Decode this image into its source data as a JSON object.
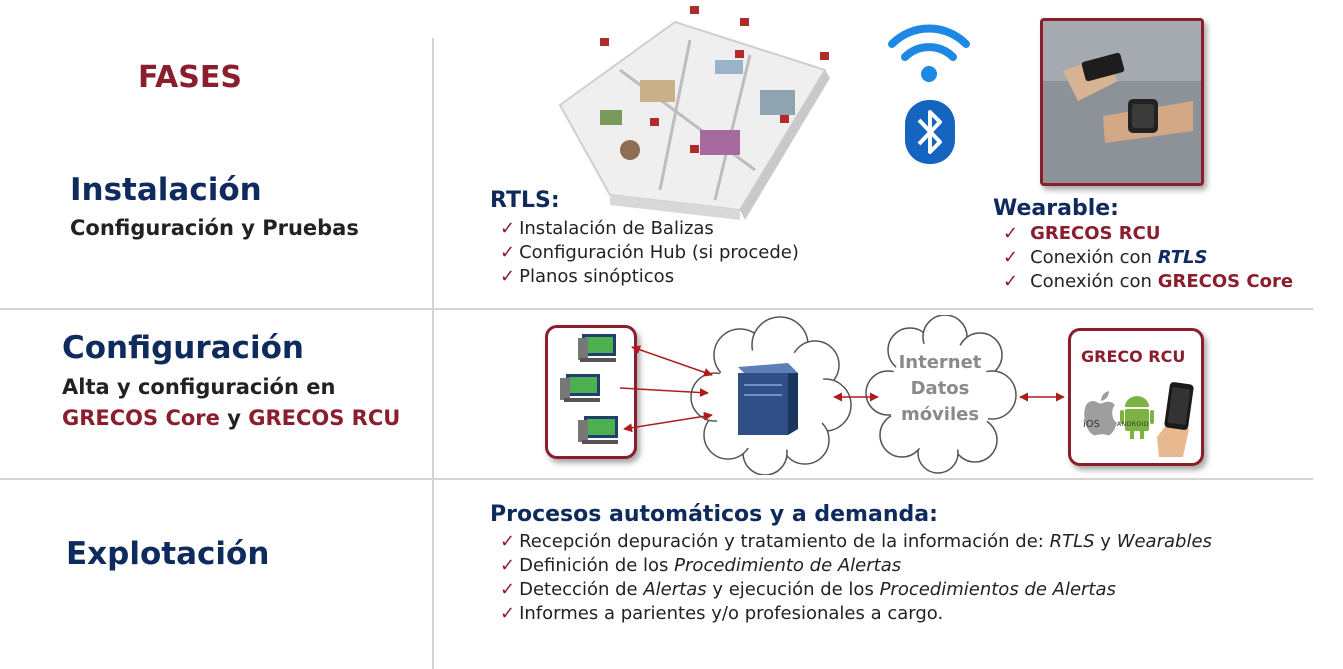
{
  "fases_title": "FASES",
  "phases": {
    "instalacion": {
      "title": "Instalación",
      "subtitle": "Configuración y Pruebas"
    },
    "configuracion": {
      "title": "Configuración",
      "line1": "Alta y configuración en",
      "core": "GRECOS Core",
      "and": "y",
      "rcu": "GRECOS RCU"
    },
    "explotacion": {
      "title": "Explotación"
    }
  },
  "rtls": {
    "heading": "RTLS:",
    "items": [
      "Instalación de Balizas",
      "Configuración Hub (si procede)",
      "Planos sinópticos"
    ]
  },
  "wearable": {
    "heading": "Wearable:",
    "item1": "GRECOS RCU",
    "item2_prefix": "Conexión con",
    "item2_em": "RTLS",
    "item3_prefix": "Conexión con",
    "item3_em": "GRECOS Core"
  },
  "diagram": {
    "cloud_lines": [
      "Internet",
      "Datos",
      "móviles"
    ],
    "device_label": "GRECO RCU",
    "ios_label": "iOS",
    "android_label": "ANDROID"
  },
  "procesos": {
    "heading": "Procesos automáticos y a demanda:",
    "item1": {
      "a": "Recepción depuración y tratamiento de la información de:",
      "b": "RTLS",
      "c": "y",
      "d": "Wearables"
    },
    "item2": {
      "a": "Definición de los",
      "b": "Procedimiento de Alertas"
    },
    "item3": {
      "a": "Detección de",
      "b": "Alertas",
      "c": "y ejecución de los",
      "d": "Procedimientos de Alertas"
    },
    "item4": {
      "a": "Informes a parientes y/o profesionales a cargo."
    }
  },
  "check_symbol": "✓",
  "colors": {
    "navy": "#0f2a5c",
    "maroon": "#8b1e2c",
    "divider": "#d4d4d4",
    "arrow": "#b01c1c"
  },
  "icons": [
    "wifi-icon",
    "bluetooth-icon",
    "computer-icon",
    "server-icon",
    "apple-icon",
    "android-icon",
    "phone-icon"
  ]
}
